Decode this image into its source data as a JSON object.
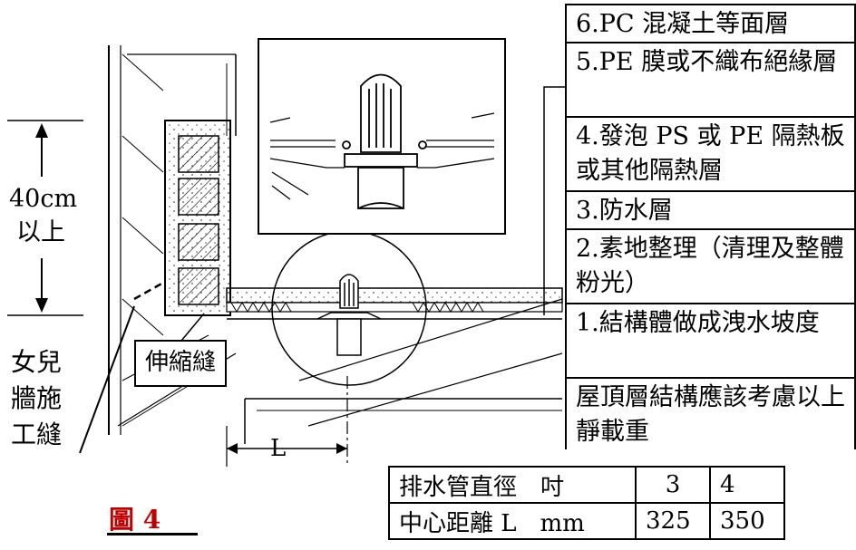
{
  "legend": [
    "6.PC 混凝土等面層",
    "5.PE 膜或不織布絕緣層",
    "4.發泡 PS 或 PE 隔熱板或其他隔熱層",
    "3.防水層",
    "2.素地整理（清理及整體粉光）",
    "1.結構體做成洩水坡度",
    "屋頂層結構應該考慮以上靜載重"
  ],
  "left_labels": {
    "height": "40cm",
    "height_note": "以上",
    "parapet_joint_1": "女兒",
    "parapet_joint_2": "牆施",
    "parapet_joint_3": "工縫"
  },
  "expansion_joint": "伸縮縫",
  "dimension_label": "L",
  "figure_caption": "圖 4",
  "table": {
    "row1": [
      "排水管直徑　吋",
      "3",
      "4"
    ],
    "row2": [
      "中心距離 L　mm",
      "325",
      "350"
    ]
  }
}
